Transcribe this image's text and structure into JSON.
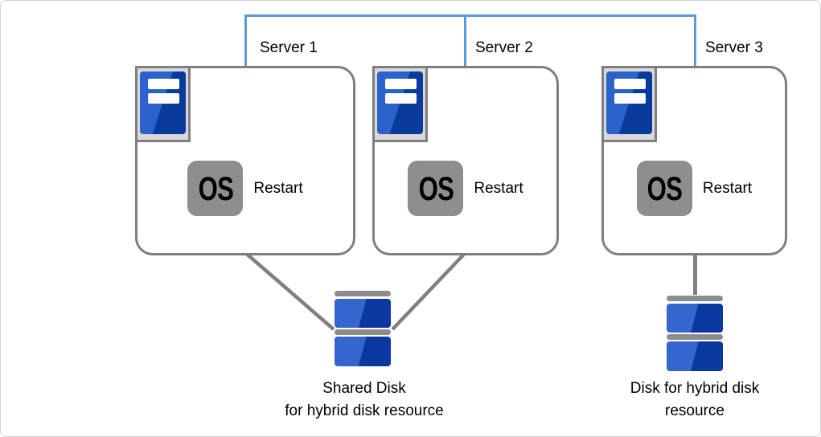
{
  "diagram": {
    "servers": [
      {
        "label": "Server 1",
        "os_text": "OS",
        "action_label": "Restart"
      },
      {
        "label": "Server 2",
        "os_text": "OS",
        "action_label": "Restart"
      },
      {
        "label": "Server 3",
        "os_text": "OS",
        "action_label": "Restart"
      }
    ],
    "disks": {
      "shared": {
        "line1": "Shared Disk",
        "line2": "for hybrid disk resource"
      },
      "single": {
        "line1": "Disk for hybrid disk",
        "line2": "resource"
      }
    },
    "icons": {
      "server": "server-icon",
      "os": "os-icon",
      "disk": "disk-stack-icon"
    },
    "colors": {
      "network_line_blue": "#5b9bd5",
      "connector_gray": "#808080",
      "box_border_gray": "#7f7f7f",
      "icon_plate_gray": "#d9d9d9",
      "server_blue_light": "#2b62cb",
      "server_blue_dark": "#0a3a9c",
      "disk_blue_light": "#3566cd",
      "disk_blue_dark": "#0a389f",
      "os_tile_gray": "#8e8e8e",
      "disk_cap_gray": "#8c8c8c",
      "canvas_border": "#d4d4d4",
      "text_black": "#000000"
    }
  }
}
